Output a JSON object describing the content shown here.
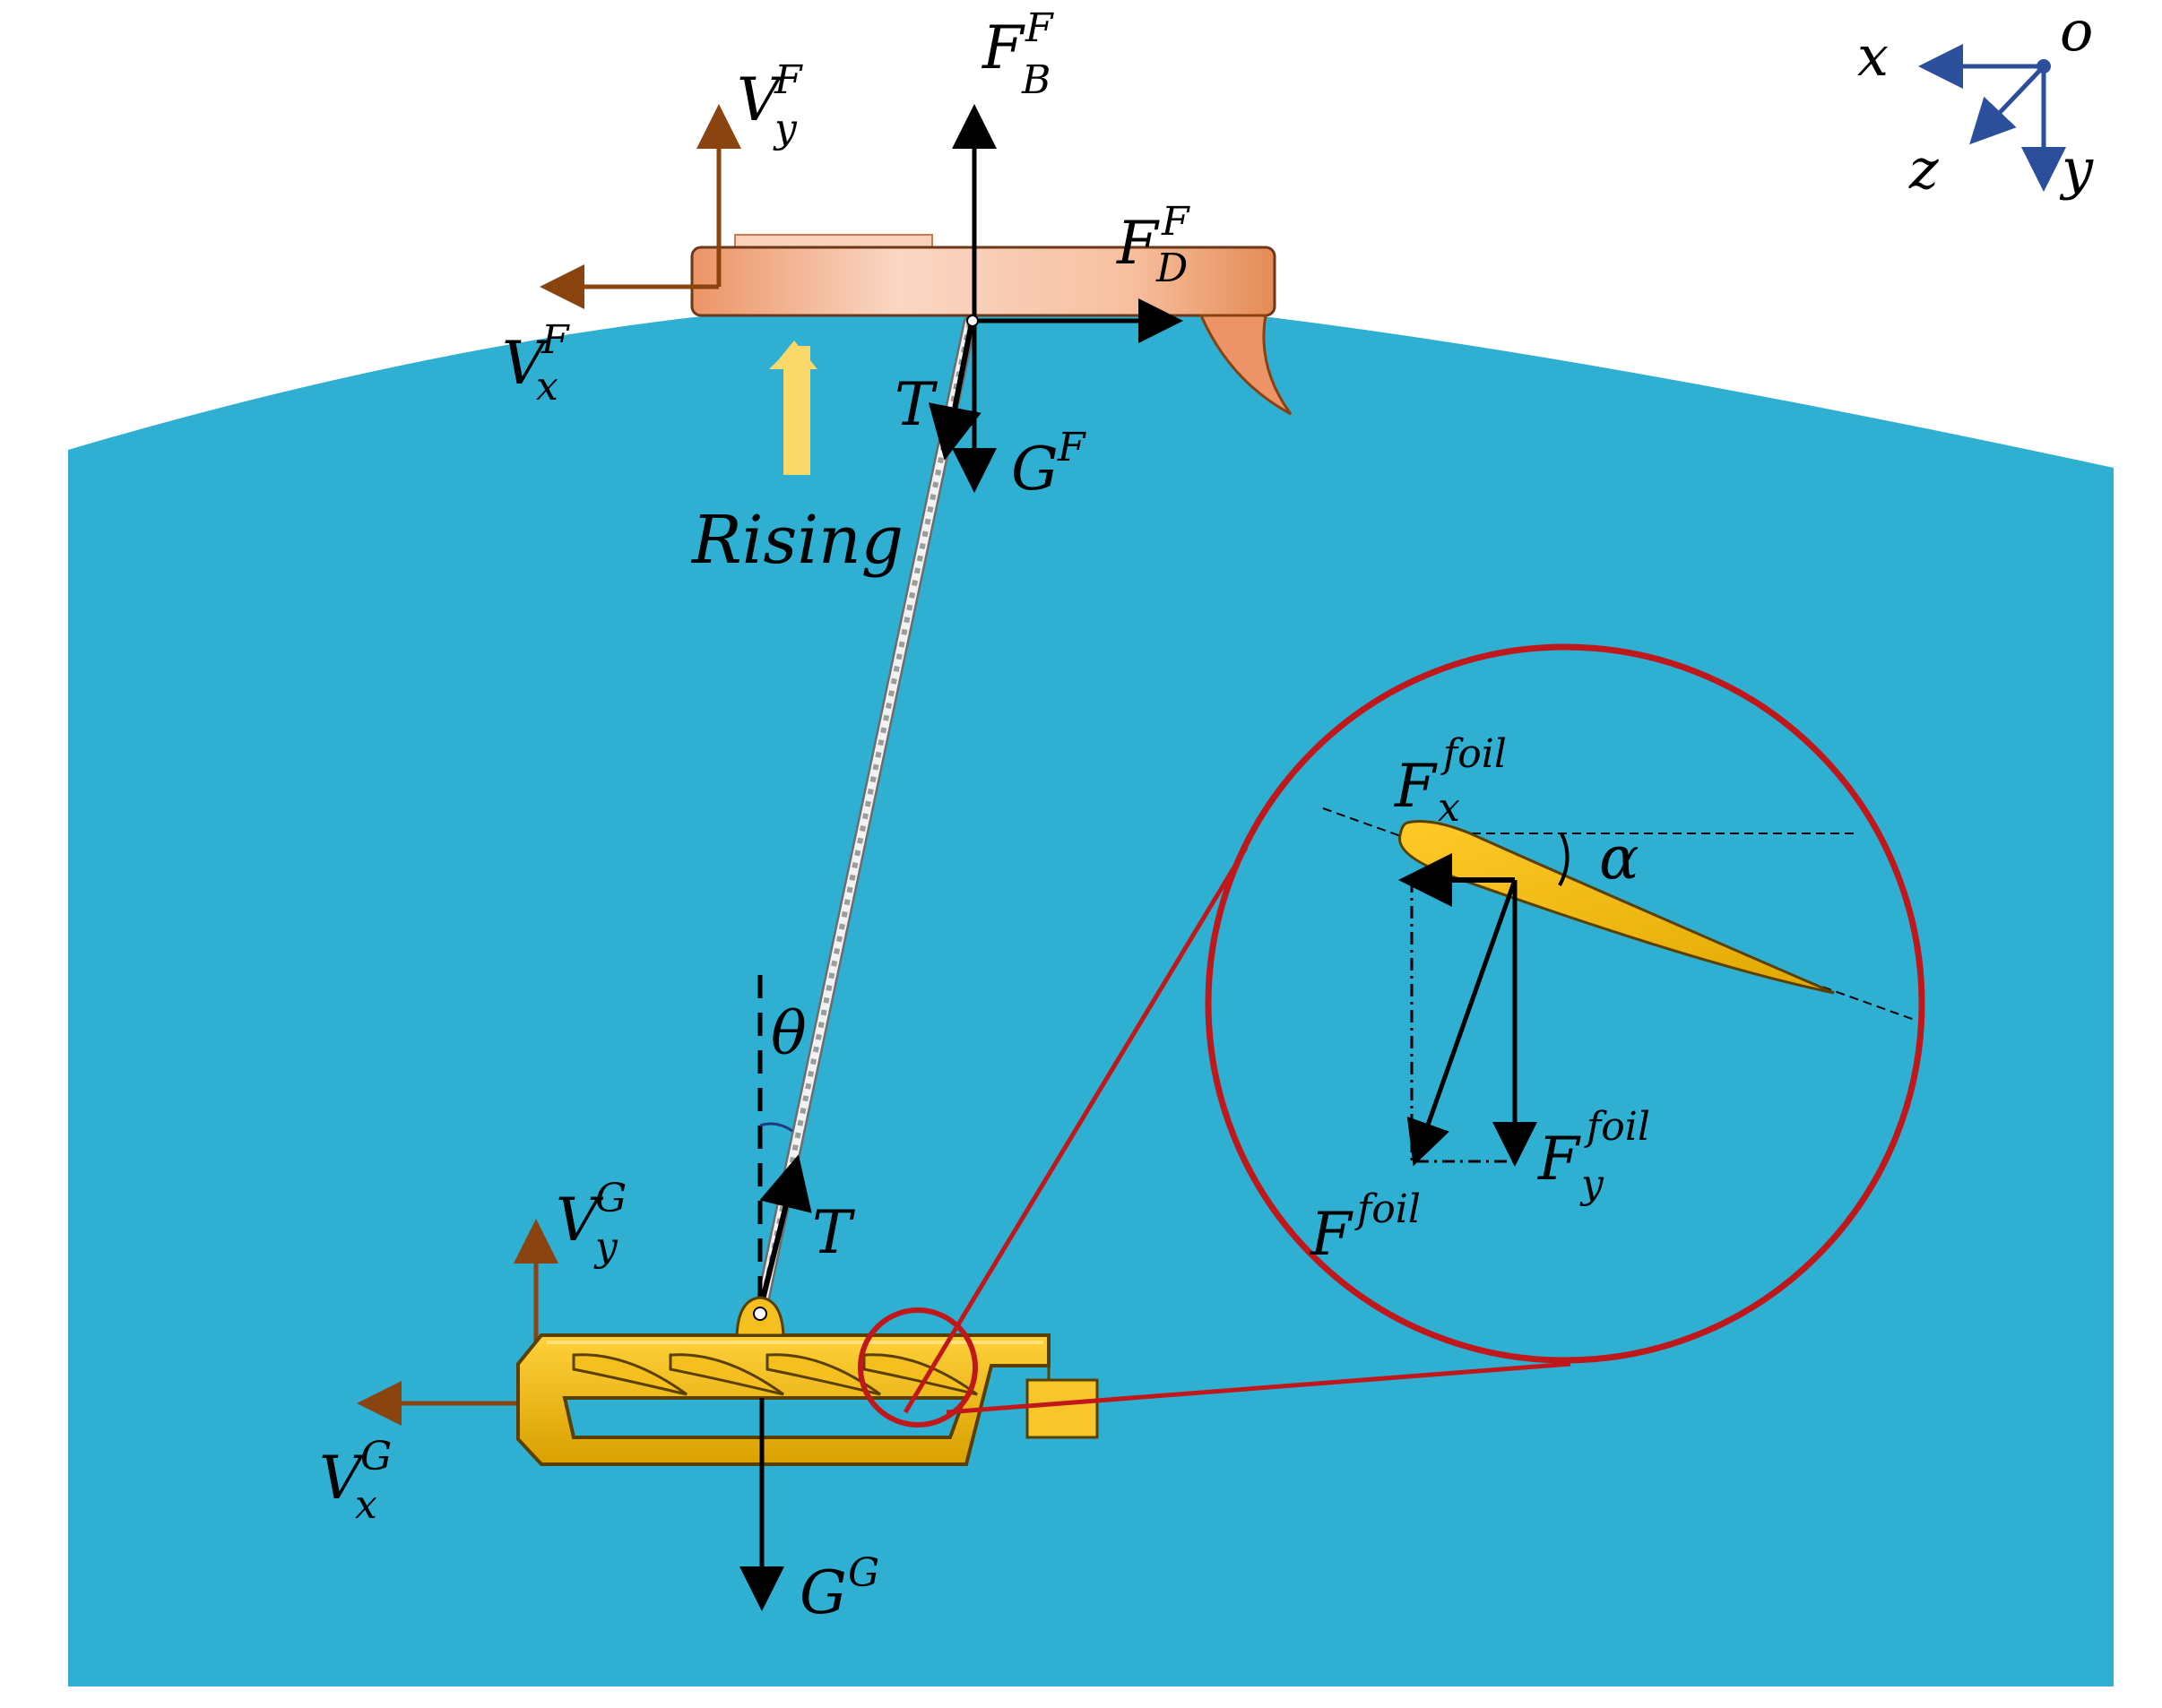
{
  "colors": {
    "sea": "#2fb0d2",
    "hull": "#f6b48e",
    "glider": "#f3b400",
    "zoom": "#c0171a",
    "velocity": "#8a4410",
    "axes": "#2c4f9c",
    "rising_arrow": "#fbd86a"
  },
  "labels": {
    "vyF": {
      "main": "V",
      "sub": "y",
      "sup": "F"
    },
    "vxF": {
      "main": "V",
      "sub": "x",
      "sup": "F"
    },
    "fbF": {
      "main": "F",
      "sub": "B",
      "sup": "F"
    },
    "fdF": {
      "main": "F",
      "sub": "D",
      "sup": "F"
    },
    "gF": {
      "main": "G",
      "sup": "F"
    },
    "tTop": {
      "main": "T"
    },
    "rising": "Rising",
    "theta": "θ",
    "tBottom": {
      "main": "T"
    },
    "vyG": {
      "main": "V",
      "sub": "y",
      "sup": "G"
    },
    "vxG": {
      "main": "V",
      "sub": "x",
      "sup": "G"
    },
    "gG": {
      "main": "G",
      "sup": "G"
    },
    "fxFoil": {
      "main": "F",
      "sub": "x",
      "sup": "foil"
    },
    "fyFoil": {
      "main": "F",
      "sub": "y",
      "sup": "foil"
    },
    "fFoil": {
      "main": "F",
      "sup": "foil"
    },
    "alpha": "α"
  },
  "axes": {
    "origin": "o",
    "x": "x",
    "y": "y",
    "z": "z"
  }
}
